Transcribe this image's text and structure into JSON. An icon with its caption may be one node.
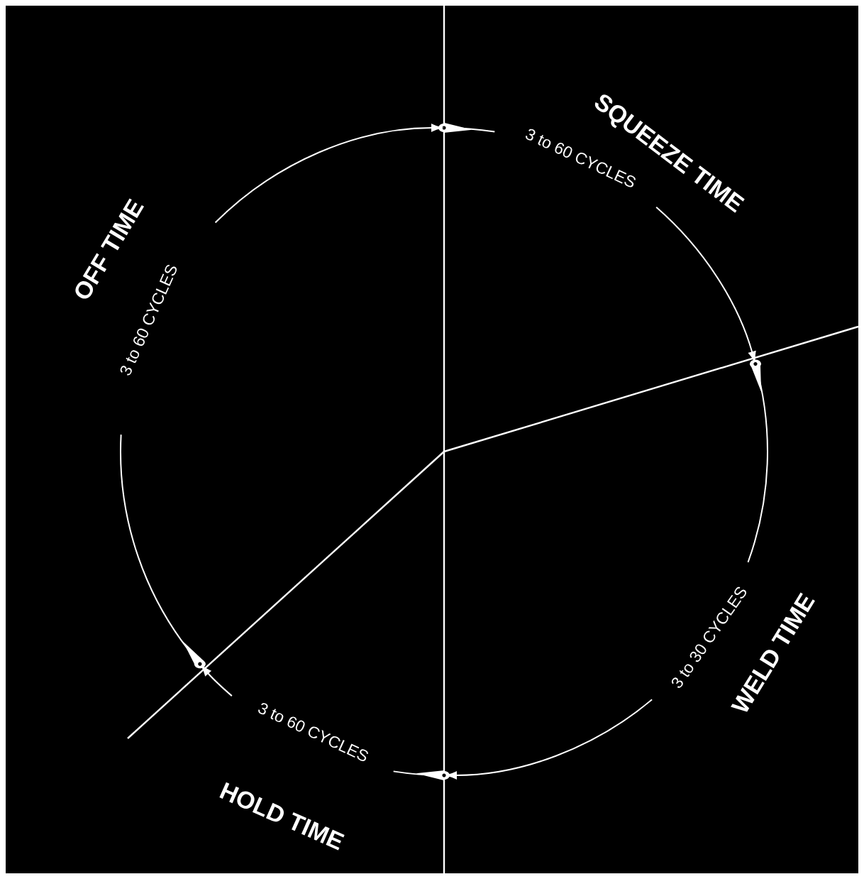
{
  "diagram": {
    "labels": [
      "SQUEEZE TIME",
      "3 to 60 CYCLES",
      "WELD TIME",
      "3 to 30 CYCLES",
      "HOLD TIME",
      "3 to 60 CYCLES",
      "OFF TIME",
      "3 to 60 CYCLES"
    ]
  }
}
